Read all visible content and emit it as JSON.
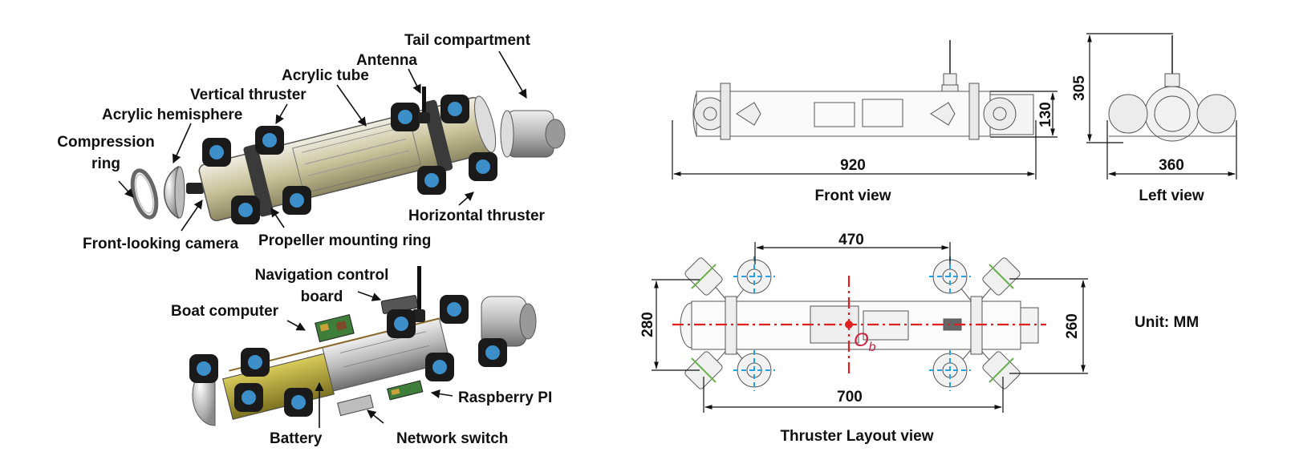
{
  "exploded_view": {
    "labels": {
      "tail_compartment": "Tail compartment",
      "antenna": "Antenna",
      "acrylic_tube": "Acrylic tube",
      "vertical_thruster": "Vertical thruster",
      "acrylic_hemisphere": "Acrylic hemisphere",
      "compression_ring_1": "Compression",
      "compression_ring_2": "ring",
      "horizontal_thruster": "Horizontal thruster",
      "front_looking_camera": "Front-looking camera",
      "propeller_mounting_ring": "Propeller mounting ring"
    }
  },
  "internal_view": {
    "labels": {
      "navigation_control_board_1": "Navigation control",
      "navigation_control_board_2": "board",
      "boat_computer": "Boat computer",
      "raspberry_pi": "Raspberry PI",
      "battery": "Battery",
      "network_switch": "Network switch"
    }
  },
  "front_view": {
    "caption": "Front view",
    "length": "920",
    "height": "130"
  },
  "left_view": {
    "caption": "Left view",
    "width": "360",
    "height": "305"
  },
  "thruster_layout_view": {
    "caption": "Thruster Layout view",
    "vertical_spacing": "470",
    "horizontal_spacing": "700",
    "left_width": "280",
    "right_width": "260",
    "origin_label": "O",
    "origin_subscript": "b"
  },
  "unit": "Unit: MM",
  "colors": {
    "thruster_black": "#1a1a1a",
    "propeller_blue": "#3c8fc8",
    "battery_yellow": "#b8a82e",
    "tube_tan": "#c9c39a",
    "axis_red": "#e02020",
    "thruster_axis_blue": "#2aa0e0",
    "thruster_axis_green": "#6ab04c",
    "pcb_green": "#3f7d3a"
  }
}
